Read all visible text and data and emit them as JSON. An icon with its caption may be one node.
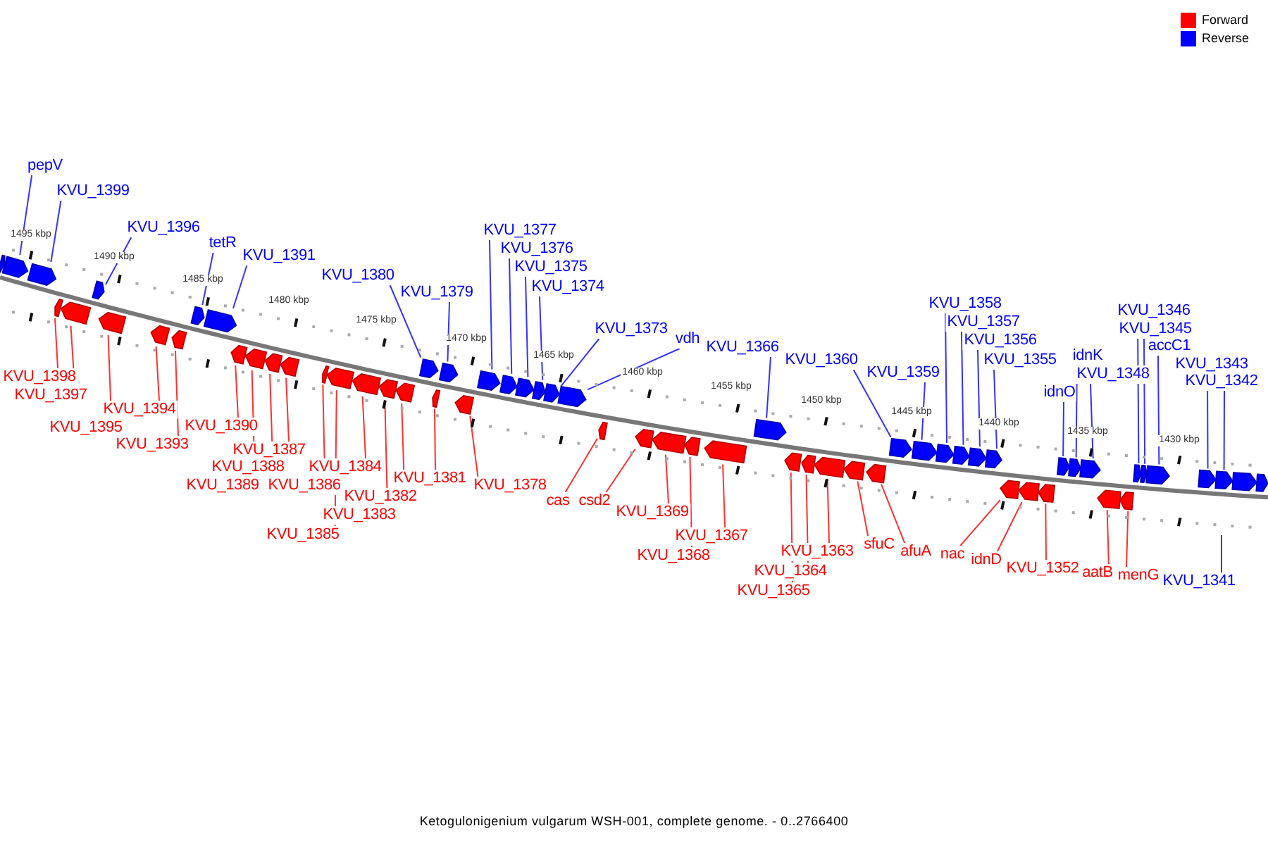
{
  "diagram": {
    "caption": "Ketogulonigenium vulgarum WSH-001, complete genome. - 0..2766400",
    "nodes": [
      {
        "text": [
          "pepV"
        ]
      },
      {
        "text": [
          "KVU_1399"
        ]
      },
      {
        "text": [
          "KVU_1396"
        ]
      },
      {
        "text": [
          "tetR"
        ]
      },
      {
        "text": [
          "KVU_1391"
        ]
      },
      {
        "text": [
          "KVU_1380"
        ]
      },
      {
        "text": [
          "KVU_1379"
        ]
      },
      {
        "text": [
          "KVU_1377"
        ]
      },
      {
        "text": [
          "KVU_1376"
        ]
      },
      {
        "text": [
          "KVU_1375"
        ]
      },
      {
        "text": [
          "KVU_1374"
        ]
      },
      {
        "text": [
          "KVU_1373"
        ]
      },
      {
        "text": [
          "vdh"
        ]
      },
      {
        "text": [
          "KVU_1366"
        ]
      },
      {
        "text": [
          "KVU_1360"
        ]
      },
      {
        "text": [
          "KVU_1359"
        ]
      },
      {
        "text": [
          "KVU_1358"
        ]
      },
      {
        "text": [
          "KVU_1357"
        ]
      },
      {
        "text": [
          "KVU_1356"
        ]
      },
      {
        "text": [
          "KVU_1355"
        ]
      },
      {
        "text": [
          "idnK"
        ]
      },
      {
        "text": [
          "KVU_1348"
        ]
      },
      {
        "text": [
          "idnO"
        ]
      },
      {
        "text": [
          "KVU_1346"
        ]
      },
      {
        "text": [
          "KVU_1345"
        ]
      },
      {
        "text": [
          "accC1"
        ]
      },
      {
        "text": [
          "KVU_1343"
        ]
      },
      {
        "text": [
          "KVU_1342"
        ]
      },
      {
        "text": [
          "KVU_1341"
        ]
      },
      {
        "text": [
          "KVU_1398"
        ]
      },
      {
        "text": [
          "KVU_1397"
        ]
      },
      {
        "text": [
          "KVU_1395"
        ]
      },
      {
        "text": [
          "KVU_1394"
        ]
      },
      {
        "text": [
          "KVU_1393"
        ]
      },
      {
        "text": [
          "KVU_1390"
        ]
      },
      {
        "text": [
          "KVU_1387"
        ]
      },
      {
        "text": [
          "KVU_1388"
        ]
      },
      {
        "text": [
          "KVU_1389"
        ]
      },
      {
        "text": [
          "KVU_1386"
        ]
      },
      {
        "text": [
          "KVU_1384"
        ]
      },
      {
        "text": [
          "KVU_1382"
        ]
      },
      {
        "text": [
          "KVU_1383"
        ]
      },
      {
        "text": [
          "KVU_1385"
        ]
      },
      {
        "text": [
          "KVU_1381"
        ]
      },
      {
        "text": [
          "KVU_1378"
        ]
      },
      {
        "text": [
          "cas"
        ]
      },
      {
        "text": [
          "csd2"
        ]
      },
      {
        "text": [
          "KVU_1369"
        ]
      },
      {
        "text": [
          "KVU_1367"
        ]
      },
      {
        "text": [
          "KVU_1368"
        ]
      },
      {
        "text": [
          "KVU_1363"
        ]
      },
      {
        "text": [
          "sfuC"
        ]
      },
      {
        "text": [
          "afuA"
        ]
      },
      {
        "text": [
          "nac"
        ]
      },
      {
        "text": [
          "idnD"
        ]
      },
      {
        "text": [
          "KVU_1352"
        ]
      },
      {
        "text": [
          "aatB"
        ]
      },
      {
        "text": [
          "menG"
        ]
      },
      {
        "text": [
          "KVU_1364"
        ]
      },
      {
        "text": [
          "KVU_1365"
        ]
      },
      {
        "text": [],
        "shape": "arrow"
      },
      {
        "text": [],
        "shape": "arrow"
      },
      {
        "text": [],
        "shape": "arrow"
      },
      {
        "text": [],
        "shape": "arrow"
      },
      {
        "text": [],
        "shape": "arrow"
      },
      {
        "text": [],
        "shape": "arrow"
      },
      {
        "text": [],
        "shape": "arrow"
      },
      {
        "text": [],
        "shape": "arrow"
      },
      {
        "text": [],
        "shape": "arrow"
      },
      {
        "text": [],
        "shape": "arrow"
      },
      {
        "text": [],
        "shape": "arrow"
      },
      {
        "text": [],
        "shape": "arrow"
      },
      {
        "text": [],
        "shape": "arrow"
      },
      {
        "text": [],
        "shape": "arrow"
      },
      {
        "text": [],
        "shape": "arrow"
      },
      {
        "text": [],
        "shape": "arrow"
      },
      {
        "text": [],
        "shape": "arrow"
      },
      {
        "text": [],
        "shape": "arrow"
      },
      {
        "text": [],
        "shape": "arrow"
      },
      {
        "text": [],
        "shape": "arrow"
      },
      {
        "text": [],
        "shape": "arrow"
      },
      {
        "text": [],
        "shape": "arrow"
      },
      {
        "text": [],
        "shape": "arrow"
      },
      {
        "text": [],
        "shape": "arrow"
      },
      {
        "text": [],
        "shape": "arrow"
      },
      {
        "text": [],
        "shape": "arrow"
      },
      {
        "text": [],
        "shape": "arrow"
      },
      {
        "text": [],
        "shape": "arrow"
      },
      {
        "text": [],
        "shape": "arrow"
      },
      {
        "text": [],
        "shape": "arrow"
      },
      {
        "text": [],
        "shape": "arrow"
      },
      {
        "text": [],
        "shape": "arrow"
      },
      {
        "text": [],
        "shape": "arrow"
      },
      {
        "text": [],
        "shape": "arrow"
      },
      {
        "text": [],
        "shape": "arrow"
      },
      {
        "text": [],
        "shape": "arrow"
      },
      {
        "text": [],
        "shape": "arrow"
      },
      {
        "text": [],
        "shape": "arrow"
      },
      {
        "text": [],
        "shape": "arrow"
      },
      {
        "text": [],
        "shape": "arrow"
      },
      {
        "text": [],
        "shape": "arrow"
      },
      {
        "text": [],
        "shape": "arrow"
      },
      {
        "text": [],
        "shape": "arrow"
      },
      {
        "text": [],
        "shape": "arrow"
      },
      {
        "text": [],
        "shape": "arrow"
      },
      {
        "text": [],
        "shape": "arrow"
      },
      {
        "text": [],
        "shape": "arrow"
      },
      {
        "text": [],
        "shape": "arrow"
      },
      {
        "text": [],
        "shape": "arrow"
      },
      {
        "text": [],
        "shape": "arrow"
      },
      {
        "text": [],
        "shape": "arrow"
      },
      {
        "text": [],
        "shape": "arrow"
      },
      {
        "text": [],
        "shape": "arrow"
      },
      {
        "text": [],
        "shape": "arrow"
      },
      {
        "text": [],
        "shape": "arrow"
      },
      {
        "text": [],
        "shape": "arrow"
      },
      {
        "text": [],
        "shape": "arrow"
      },
      {
        "text": [],
        "shape": "arrow"
      },
      {
        "text": [],
        "shape": "arrow"
      },
      {
        "text": [],
        "shape": "arrow"
      },
      {
        "text": [],
        "shape": "arrow"
      },
      {
        "text": [],
        "shape": "arrow"
      }
    ],
    "edges": [
      {
        "from": 0,
        "to": 61,
        "arrow": "none",
        "color": "#3333ff"
      },
      {
        "from": 1,
        "to": 62,
        "arrow": "none",
        "color": "#3333ff"
      },
      {
        "from": 2,
        "to": 65,
        "arrow": "none",
        "color": "#3333ff"
      },
      {
        "from": 3,
        "to": 69,
        "arrow": "none",
        "color": "#3333ff"
      },
      {
        "from": 4,
        "to": 70,
        "arrow": "none",
        "color": "#3333ff"
      },
      {
        "from": 5,
        "to": 80,
        "arrow": "none",
        "color": "#3333ff"
      },
      {
        "from": 6,
        "to": 82,
        "arrow": "none",
        "color": "#3333ff"
      },
      {
        "from": 7,
        "to": 84,
        "arrow": "none",
        "color": "#3333ff"
      },
      {
        "from": 8,
        "to": 85,
        "arrow": "none",
        "color": "#3333ff"
      },
      {
        "from": 9,
        "to": 86,
        "arrow": "none",
        "color": "#3333ff"
      },
      {
        "from": 10,
        "to": 87,
        "arrow": "none",
        "color": "#3333ff"
      },
      {
        "from": 11,
        "to": 88,
        "arrow": "none",
        "color": "#3333ff"
      },
      {
        "from": 12,
        "to": 89,
        "arrow": "none",
        "color": "#3333ff"
      },
      {
        "from": 13,
        "to": 95,
        "arrow": "none",
        "color": "#3333ff"
      },
      {
        "from": 14,
        "to": 101,
        "arrow": "none",
        "color": "#3333ff"
      },
      {
        "from": 15,
        "to": 102,
        "arrow": "none",
        "color": "#3333ff"
      },
      {
        "from": 16,
        "to": 103,
        "arrow": "none",
        "color": "#3333ff"
      },
      {
        "from": 17,
        "to": 104,
        "arrow": "none",
        "color": "#3333ff"
      },
      {
        "from": 18,
        "to": 105,
        "arrow": "none",
        "color": "#3333ff"
      },
      {
        "from": 19,
        "to": 106,
        "arrow": "none",
        "color": "#3333ff"
      },
      {
        "from": 20,
        "to": 111,
        "arrow": "none",
        "color": "#3333ff"
      },
      {
        "from": 21,
        "to": 112,
        "arrow": "none",
        "color": "#3333ff"
      },
      {
        "from": 22,
        "to": 110,
        "arrow": "none",
        "color": "#3333ff"
      },
      {
        "from": 23,
        "to": 115,
        "arrow": "none",
        "color": "#3333ff"
      },
      {
        "from": 24,
        "to": 116,
        "arrow": "none",
        "color": "#3333ff"
      },
      {
        "from": 25,
        "to": 117,
        "arrow": "none",
        "color": "#3333ff"
      },
      {
        "from": 26,
        "to": 118,
        "arrow": "none",
        "color": "#3333ff"
      },
      {
        "from": 27,
        "to": 119,
        "arrow": "none",
        "color": "#3333ff"
      },
      {
        "from": 28,
        "to": null,
        "arrow": "none",
        "color": "#3333ff"
      },
      {
        "from": 29,
        "to": 63,
        "arrow": "none"
      },
      {
        "from": 30,
        "to": 64,
        "arrow": "none"
      },
      {
        "from": 31,
        "to": 66,
        "arrow": "none"
      },
      {
        "from": 32,
        "to": 67,
        "arrow": "none"
      },
      {
        "from": 33,
        "to": 68,
        "arrow": "none"
      },
      {
        "from": 34,
        "to": 71,
        "arrow": "none"
      },
      {
        "from": 35,
        "to": 74,
        "arrow": "none"
      },
      {
        "from": 36,
        "to": 73,
        "arrow": "none"
      },
      {
        "from": 37,
        "to": 72,
        "arrow": "none"
      },
      {
        "from": 38,
        "to": 75,
        "arrow": "none"
      },
      {
        "from": 39,
        "to": 77,
        "arrow": "none"
      },
      {
        "from": 40,
        "to": 79,
        "arrow": "none"
      },
      {
        "from": 41,
        "to": 78,
        "arrow": "none"
      },
      {
        "from": 42,
        "to": 76,
        "arrow": "none"
      },
      {
        "from": 43,
        "to": 81,
        "arrow": "none"
      },
      {
        "from": 44,
        "to": 83,
        "arrow": "none"
      },
      {
        "from": 45,
        "to": 90,
        "arrow": "none"
      },
      {
        "from": 46,
        "to": 91,
        "arrow": "none"
      },
      {
        "from": 47,
        "to": 92,
        "arrow": "none"
      },
      {
        "from": 48,
        "to": 94,
        "arrow": "none"
      },
      {
        "from": 49,
        "to": 93,
        "arrow": "none"
      },
      {
        "from": 50,
        "to": 98,
        "arrow": "none"
      },
      {
        "from": 51,
        "to": 99,
        "arrow": "none"
      },
      {
        "from": 52,
        "to": 100,
        "arrow": "none"
      },
      {
        "from": 53,
        "to": 107,
        "arrow": "none"
      },
      {
        "from": 54,
        "to": 108,
        "arrow": "none"
      },
      {
        "from": 55,
        "to": 109,
        "arrow": "none"
      },
      {
        "from": 56,
        "to": 113,
        "arrow": "none"
      },
      {
        "from": 57,
        "to": 114,
        "arrow": "none"
      },
      {
        "from": 58,
        "to": 97,
        "arrow": "none"
      },
      {
        "from": 59,
        "to": 96,
        "arrow": "none"
      }
    ],
    "labels": [
      "1495 kbp",
      "1490 kbp",
      "1485 kbp",
      "1480 kbp",
      "1475 kbp",
      "1470 kbp",
      "1465 kbp",
      "1460 kbp",
      "1455 kbp",
      "1450 kbp",
      "1445 kbp",
      "1440 kbp",
      "1435 kbp",
      "1430 kbp"
    ],
    "legend": [
      {
        "text": "Forward",
        "color": "#ff0000"
      },
      {
        "text": "Reverse",
        "color": "#0000ff"
      }
    ]
  }
}
